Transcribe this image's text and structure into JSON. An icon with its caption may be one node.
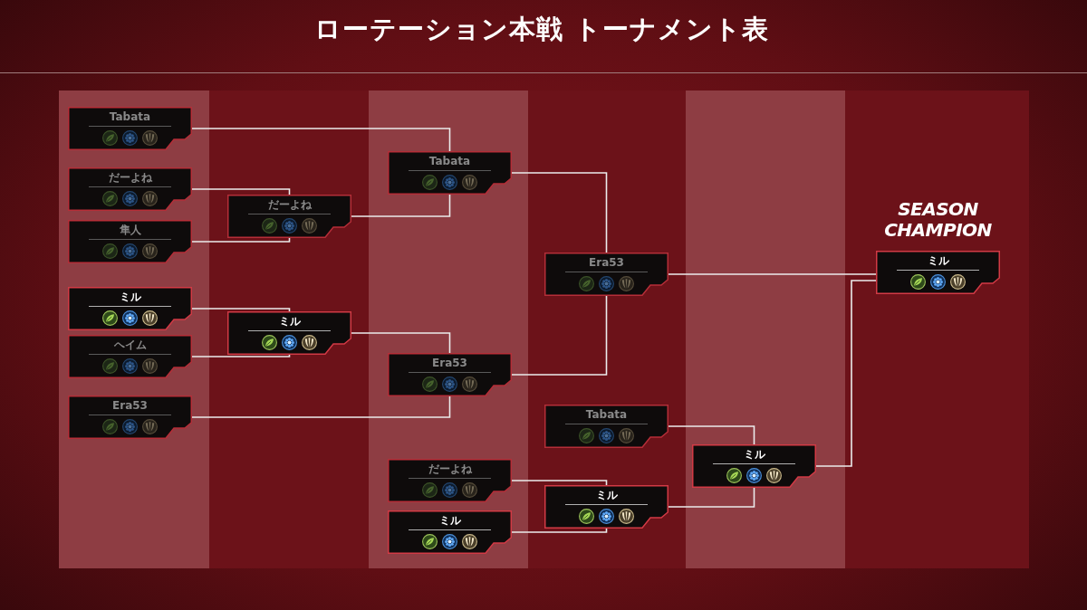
{
  "diagram": {
    "title": "ローテーション本戦 トーナメント表",
    "nodes": [
      {
        "text": [
          "Tabata"
        ]
      },
      {
        "text": [
          "だーよね"
        ]
      },
      {
        "text": [
          "隼人"
        ]
      },
      {
        "text": [
          "ミル"
        ]
      },
      {
        "text": [
          "ヘイム"
        ]
      },
      {
        "text": [
          "Era53"
        ]
      },
      {
        "text": [
          "だーよね"
        ]
      },
      {
        "text": [
          "ミル"
        ]
      },
      {
        "text": [
          "Tabata"
        ]
      },
      {
        "text": [
          "Era53"
        ]
      },
      {
        "text": [
          "だーよね"
        ]
      },
      {
        "text": [
          "ミル"
        ]
      },
      {
        "text": [
          "Era53"
        ]
      },
      {
        "text": [
          "Tabata"
        ]
      },
      {
        "text": [
          "ミル"
        ]
      },
      {
        "text": [
          "ミル"
        ]
      },
      {
        "text": [
          "ミル"
        ],
        "beside": [
          "SEASON CHAMPION"
        ]
      }
    ],
    "edges": [
      {
        "from": 0,
        "to": 8,
        "arrow": "none"
      },
      {
        "from": 1,
        "to": 6,
        "arrow": "none"
      },
      {
        "from": 2,
        "to": 6,
        "arrow": "none"
      },
      {
        "from": 3,
        "to": 7,
        "arrow": "none"
      },
      {
        "from": 4,
        "to": 7,
        "arrow": "none"
      },
      {
        "from": 5,
        "to": 9,
        "arrow": "none"
      },
      {
        "from": 6,
        "to": 8,
        "arrow": "none"
      },
      {
        "from": 7,
        "to": 9,
        "arrow": "none"
      },
      {
        "from": 8,
        "to": 12,
        "arrow": "none"
      },
      {
        "from": 9,
        "to": 12,
        "arrow": "none"
      },
      {
        "from": 10,
        "to": 14,
        "arrow": "none"
      },
      {
        "from": 11,
        "to": 14,
        "arrow": "none"
      },
      {
        "from": 13,
        "to": 15,
        "arrow": "none"
      },
      {
        "from": 14,
        "to": 15,
        "arrow": "none"
      },
      {
        "from": 12,
        "to": 16,
        "arrow": "none"
      },
      {
        "from": 15,
        "to": 16,
        "arrow": "none"
      }
    ]
  }
}
